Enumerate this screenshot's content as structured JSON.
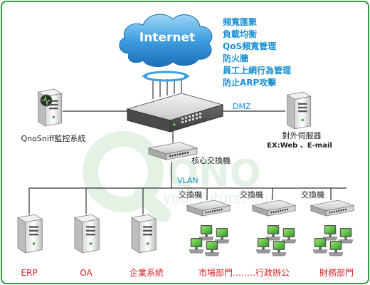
{
  "cloud": {
    "label": "Internet"
  },
  "features": [
    "頻寬匯聚",
    "負載均衡",
    "QoS頻寬管理",
    "防火牆",
    "員工上網行為管理",
    "防止ARP攻擊"
  ],
  "nodes": {
    "monitor_label": "QnoSniff監控系統",
    "dmz_label": "DMZ",
    "external_server_label": "對外伺服器",
    "external_server_sub": "EX:Web 、E-mail",
    "core_switch_label": "核心交換機",
    "vlan_label": "VLAN",
    "switch_label": "交換機"
  },
  "bottom_labels": {
    "erp": "ERP",
    "oa": "OA",
    "enterprise": "企業系統",
    "dept_range": "市場部門‥‥‥‥行政辦公",
    "finance": "財務部門"
  },
  "watermark": {
    "brand": "QNO",
    "slogan": "your future, our..."
  },
  "colors": {
    "border": "#2f9e3f",
    "line": "#333333",
    "blue_text": "#1a8fd0",
    "red_text": "#d8262a",
    "cloud": "#2e8fd6"
  }
}
